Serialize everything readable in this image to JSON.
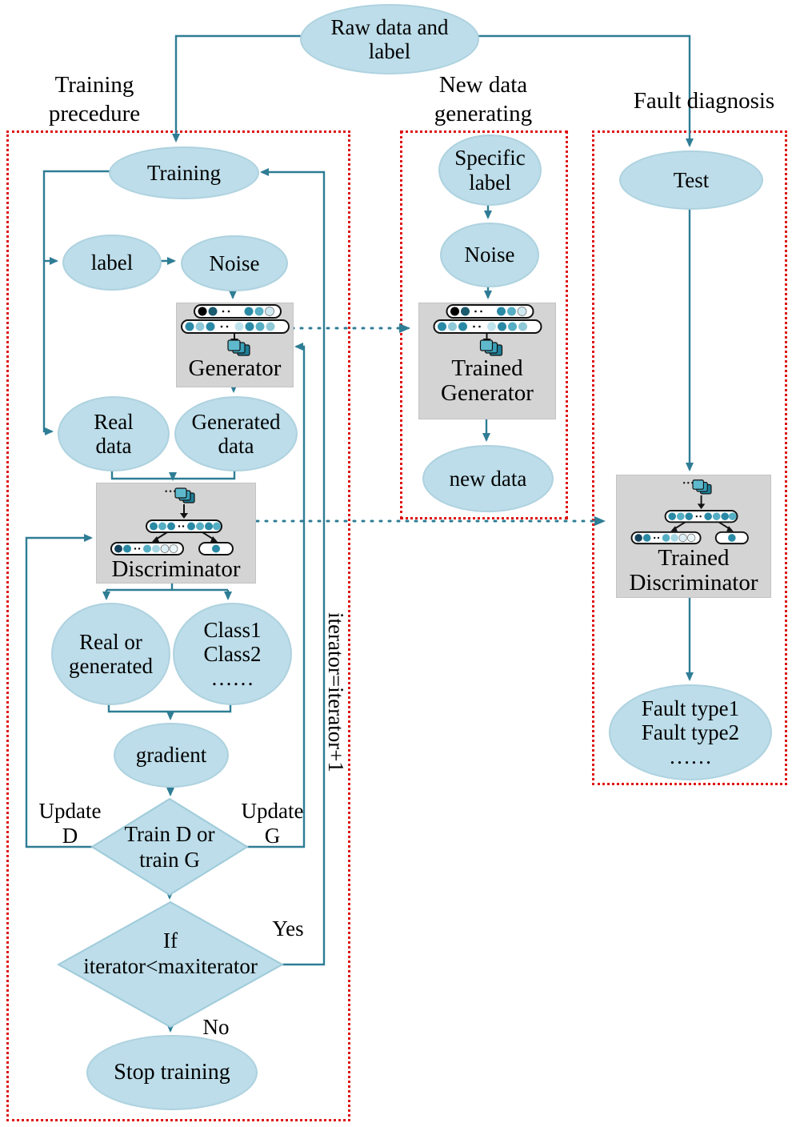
{
  "colors": {
    "ellipse_fill": "#bcdde9",
    "box_fill": "#d4d4d4",
    "line": "#2e7d95",
    "dotted_border": "#de1414",
    "text": "#000000"
  },
  "root": {
    "raw_data": [
      "Raw data and",
      "label"
    ]
  },
  "sections": {
    "training": {
      "header": [
        "Training",
        "precedure"
      ]
    },
    "new_data": {
      "header": [
        "New data",
        "generating"
      ]
    },
    "fault": {
      "header": "Fault diagnosis"
    }
  },
  "nodes": {
    "training": "Training",
    "label": "label",
    "noise": "Noise",
    "generator": "Generator",
    "real_data": [
      "Real",
      "data"
    ],
    "generated_data": [
      "Generated",
      "data"
    ],
    "discriminator": "Discriminator",
    "real_or_generated": [
      "Real or",
      "generated"
    ],
    "classes": [
      "Class1",
      "Class2",
      "……"
    ],
    "gradient": "gradient",
    "train_decision": [
      "Train D or",
      "train G"
    ],
    "iter_decision": [
      "If",
      "iterator<maxiterator"
    ],
    "stop_training": "Stop training",
    "specific_label": [
      "Specific",
      "label"
    ],
    "noise2": "Noise",
    "trained_generator": [
      "Trained",
      "Generator"
    ],
    "new_data": "new data",
    "test": "Test",
    "trained_discriminator": [
      "Trained",
      "Discriminator"
    ],
    "fault_types": [
      "Fault type1",
      "Fault type2",
      "……"
    ]
  },
  "edge_labels": {
    "update_d": [
      "Update",
      "D"
    ],
    "update_g": [
      "Update",
      "G"
    ],
    "yes": "Yes",
    "no": "No",
    "iterator": "iterator=iterator+1"
  },
  "icons": {
    "dots": "···"
  }
}
